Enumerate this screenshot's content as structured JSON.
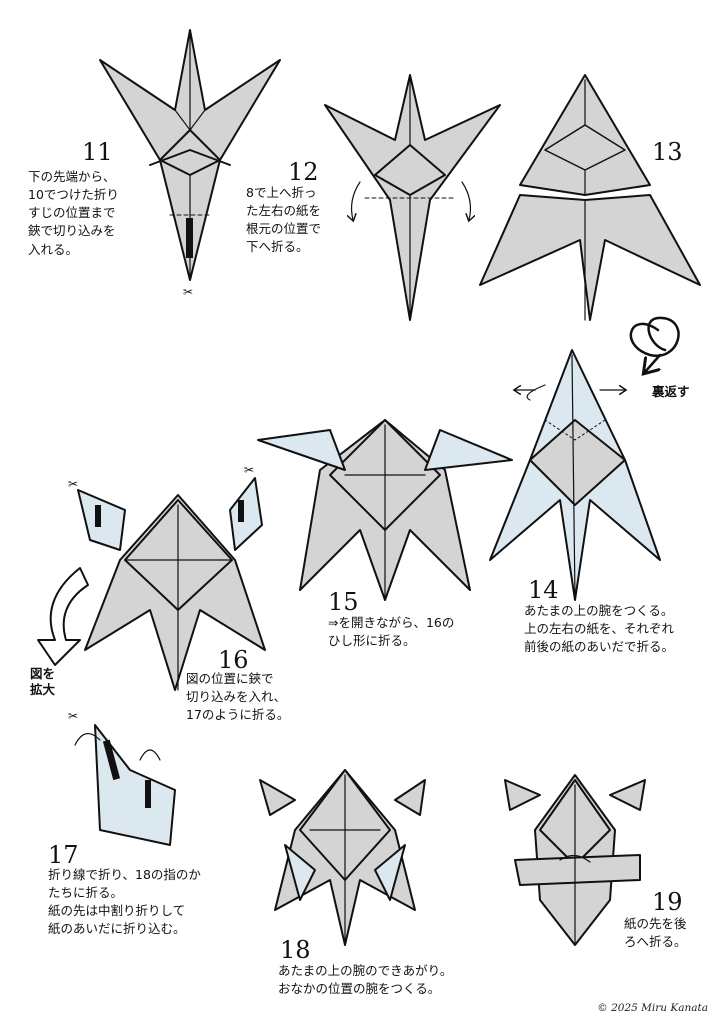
{
  "colors": {
    "paper": "#d4d4d4",
    "paper_light": "#dbe8f0",
    "outline": "#111111"
  },
  "steps": [
    {
      "number": "11",
      "caption": "下の先端から、\n10でつけた折り\nすじの位置まで\n鋏で切り込みを\n入れる。"
    },
    {
      "number": "12",
      "caption": "8で上へ折っ\nた左右の紙を\n根元の位置で\n下へ折る。"
    },
    {
      "number": "13",
      "caption": ""
    },
    {
      "number": "14",
      "caption": "あたまの上の腕をつくる。\n上の左右の紙を、それぞれ\n前後の紙のあいだで折る。"
    },
    {
      "number": "15",
      "caption": "⇒を開きながら、16の\nひし形に折る。"
    },
    {
      "number": "16",
      "caption": "図の位置に鋏で\n切り込みを入れ、\n17のように折る。"
    },
    {
      "number": "17",
      "caption": "折り線で折り、18の指のか\nたちに折る。\n紙の先は中割り折りして\n紙のあいだに折り込む。"
    },
    {
      "number": "18",
      "caption": "あたまの上の腕のできあがり。\nおなかの位置の腕をつくる。"
    },
    {
      "number": "19",
      "caption": "紙の先を後\nろへ折る。"
    }
  ],
  "labels": {
    "flip": "裏返す",
    "zoom": "図を\n拡大"
  },
  "icons": [
    "scissors-icon",
    "flip-over-arrow-icon",
    "zoom-arrow-icon"
  ],
  "copyright": "© 2025 Miru Kanata"
}
